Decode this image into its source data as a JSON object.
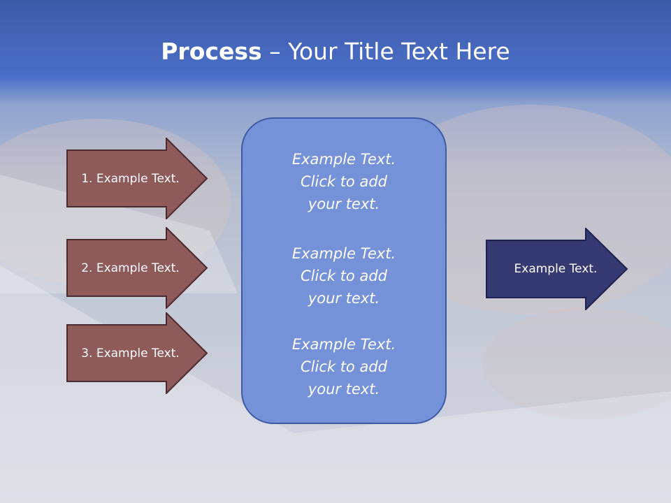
{
  "title": {
    "bold": "Process",
    "rest": " – Your Title Text Here"
  },
  "left_arrows": [
    {
      "label": "1. Example Text."
    },
    {
      "label": "2. Example Text."
    },
    {
      "label": "3. Example Text."
    }
  ],
  "center_box": {
    "paragraphs": [
      {
        "lines": [
          "Example Text.",
          "Click  to add",
          "your text."
        ]
      },
      {
        "lines": [
          "Example Text.",
          "Click  to add",
          "your text."
        ]
      },
      {
        "lines": [
          "Example Text.",
          "Click  to add",
          "your text."
        ]
      }
    ]
  },
  "right_arrow": {
    "label": "Example Text."
  },
  "colors": {
    "left_arrow_fill": "#8e5a5a",
    "left_arrow_stroke": "#4a2a2e",
    "center_fill": "#7591d8",
    "center_stroke": "#3e5aa6",
    "right_arrow_fill": "#353a73",
    "right_arrow_stroke": "#1e2150"
  }
}
